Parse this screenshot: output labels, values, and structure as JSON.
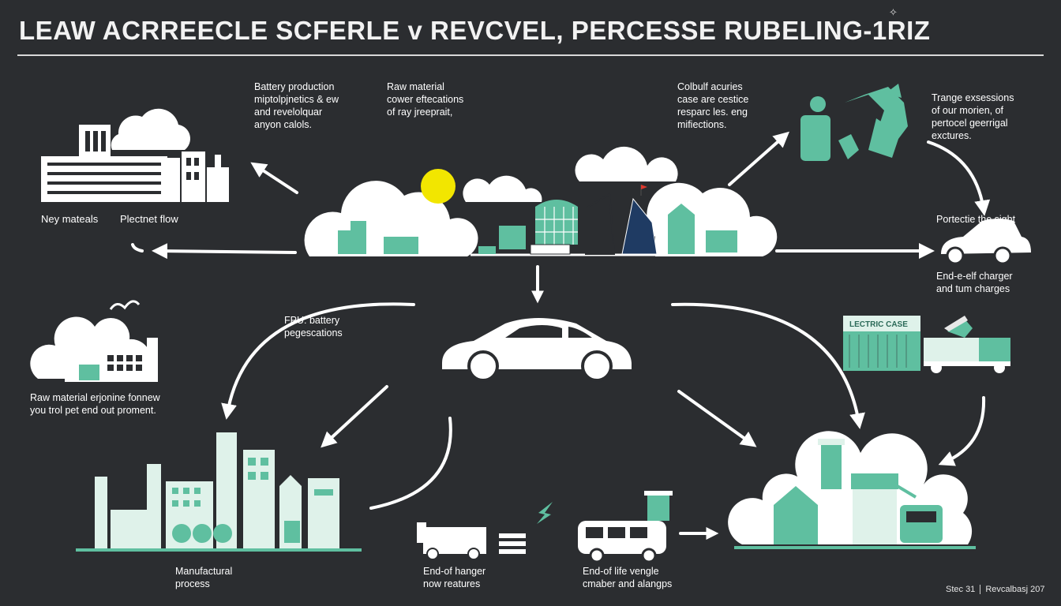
{
  "title": "LEAW ACRREECLE SCFERLE v REVCVEL, PERCESSE RUBELING-1RIZ",
  "labels": {
    "battery_production": "Battery production\nmiptolpjnetics & ew\nand revelolquar\nanyon calols.",
    "raw_material_top": "Raw material\ncower eftecations\nof ray jreeprait,",
    "colbuif": "Colbulf acuries\ncase are cestice\nresparc les. eng\nmifiections.",
    "trange": "Trange exsessions\nof our morien, of\npertocel geerrigal\nexctures.",
    "ney_mateals": "Ney mateals",
    "plectnet_flow": "Plectnet flow",
    "fpu_battery": "FPU: battery\npegescations",
    "raw_material_left": "Raw material erjonine fonnew\nyou trol pet end out proment.",
    "portect_sight": "Portectie the sight",
    "end_charger": "End-e-elf charger\nand tum charges",
    "manufactural": "Manufactural\nprocess",
    "end_of_hanger": "End-of hanger\nnow reatures",
    "end_of_life": "End-of life vengle\ncmaber and alangps",
    "electric_case": "LECTRIC CASE"
  },
  "footer": {
    "step": "Stec 31",
    "source": "Revcalbasj 207"
  },
  "colors": {
    "background": "#2b2d30",
    "accent_teal": "#5fbfa0",
    "sun": "#f2e600",
    "white": "#ffffff",
    "flag": "#e03a2f"
  },
  "icons": [
    "factory-icon",
    "cloud-icon",
    "sun-icon",
    "car-icon",
    "truck-icon",
    "recycle-figure-icon",
    "bus-icon",
    "building-icon"
  ]
}
